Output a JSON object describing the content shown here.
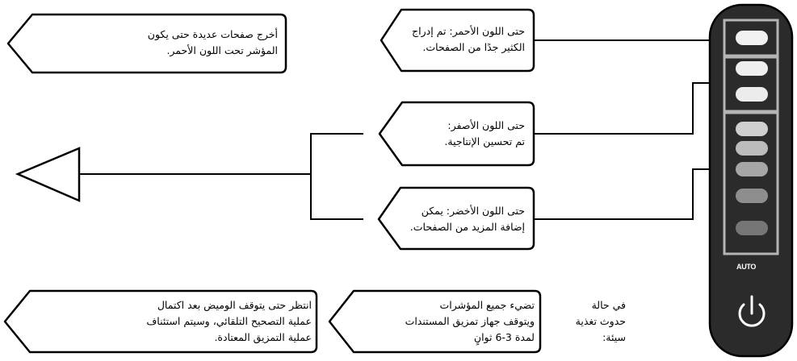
{
  "callouts": {
    "red_status": "حتى اللون الأحمر: تم إدراج\nالكثير جدًا من الصفحات.",
    "yellow_status": "حتى اللون الأصفر:\nتم تحسين الإنتاجية.",
    "green_status": "حتى اللون الأخضر: يمكن\nإضافة المزيد من الصفحات.",
    "remove_pages": "أخرج صفحات عديدة حتى يكون\nالمؤشر تحت اللون الأحمر.",
    "all_lit": "تضيء جميع المؤشرات\nويتوقف جهاز تمزيق المستندات\nلمدة 3-6 ثوانٍ",
    "wait_resume": "انتظر حتى يتوقف الوميض بعد اكتمال\nعملية التصحيح التلقائي، وسيتم استئناف\nعملية التمزيق المعتادة."
  },
  "bad_feed_label": "في حالة\nحدوث تغذية\nسيئة:",
  "device": {
    "auto_label": "AUTO",
    "power_icon": "power-icon"
  },
  "colors": {
    "panel": "#2b2b2b",
    "group_frame": "#b5b5b5",
    "indicator_levels": [
      "#f2f2f2",
      "#efefef",
      "#ececec",
      "#cfcfcf",
      "#bcbcbc",
      "#a6a6a6",
      "#8e8e8e",
      "#767676"
    ]
  }
}
